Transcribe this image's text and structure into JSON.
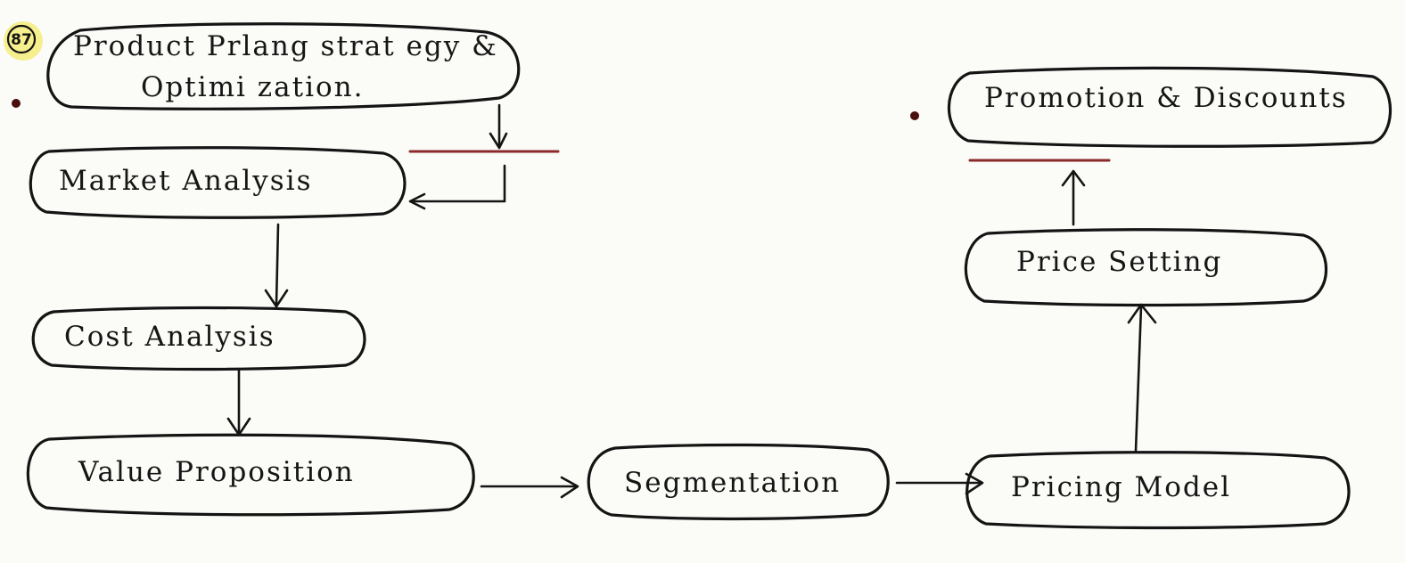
{
  "badge": {
    "number": "87"
  },
  "nodes": {
    "strategy": {
      "line1": "Product Prlang strat egy &",
      "line2": "Optimi zation."
    },
    "market_analysis": {
      "label": "Market Analysis"
    },
    "cost_analysis": {
      "label": "Cost Analysis"
    },
    "value_proposition": {
      "label": "Value Proposition"
    },
    "segmentation": {
      "label": "Segmentation"
    },
    "pricing_model": {
      "label": "Pricing Model"
    },
    "price_setting": {
      "label": "Price Setting"
    },
    "promotion": {
      "label": "Promotion & Discounts"
    }
  },
  "colors": {
    "ink": "#141414",
    "paper": "#fbfbf8",
    "highlight": "#f3ec7a",
    "red_ink": "#8a2a2a"
  }
}
